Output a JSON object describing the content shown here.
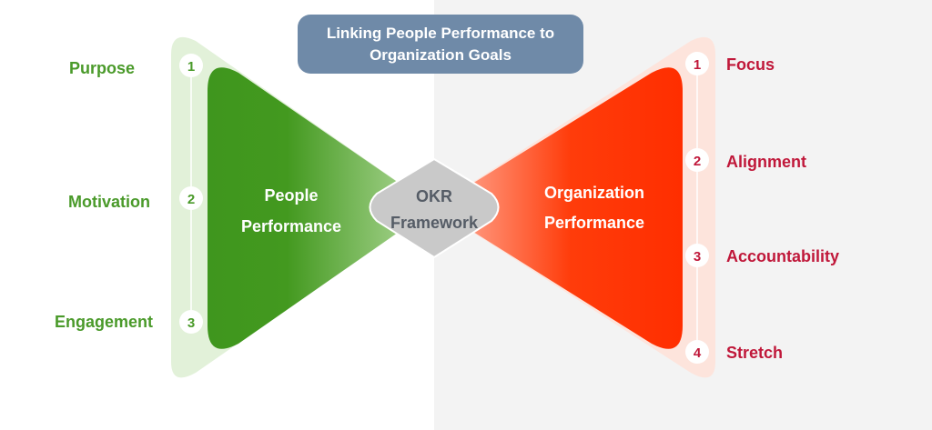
{
  "title": {
    "line1": "Linking People Performance to",
    "line2": "Organization Goals"
  },
  "left": {
    "label_line1": "People",
    "label_line2": "Performance",
    "items": [
      {
        "num": "1",
        "label": "Purpose"
      },
      {
        "num": "2",
        "label": "Motivation"
      },
      {
        "num": "3",
        "label": "Engagement"
      }
    ]
  },
  "center": {
    "line1": "OKR",
    "line2": "Framework"
  },
  "right": {
    "label_line1": "Organization",
    "label_line2": "Performance",
    "items": [
      {
        "num": "1",
        "label": "Focus"
      },
      {
        "num": "2",
        "label": "Alignment"
      },
      {
        "num": "3",
        "label": "Accountability"
      },
      {
        "num": "4",
        "label": "Stretch"
      }
    ]
  },
  "colors": {
    "green": "#3f9a1e",
    "red": "#ff2e00",
    "label_green": "#4a9a2a",
    "label_red": "#c0183a",
    "title_bg": "#6f8aa8"
  }
}
